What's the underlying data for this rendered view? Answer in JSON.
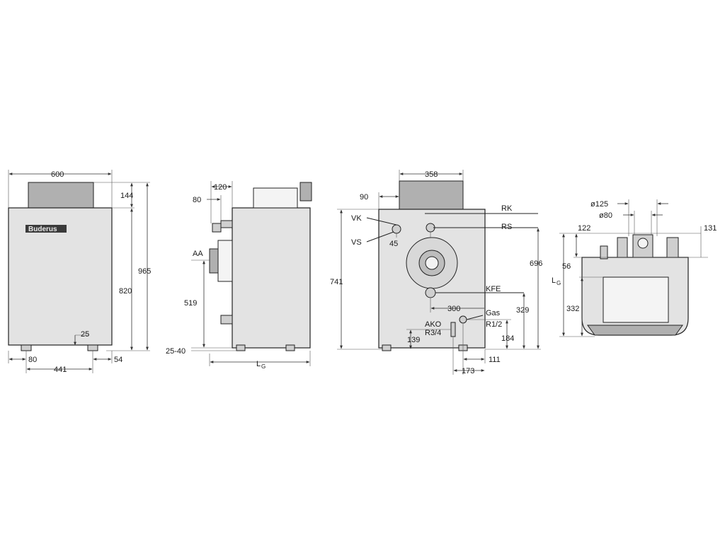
{
  "brand": "Buderus",
  "front_view": {
    "width": "600",
    "top_height": "144",
    "total_height": "965",
    "body_height": "820",
    "foot_height": "25",
    "foot_left": "80",
    "foot_right": "54",
    "foot_spacing": "441"
  },
  "side_view": {
    "top_offset": "120",
    "pipe_offset": "80",
    "aa_label": "AA",
    "aa_height": "519",
    "feet_height": "25-40",
    "length_label": "L",
    "length_sub": "G"
  },
  "rear_view": {
    "top_width": "358",
    "top_left": "90",
    "vk": "VK",
    "rk": "RK",
    "rs": "RS",
    "vs": "VS",
    "dim_45": "45",
    "total_height": "741",
    "rs_height": "696",
    "kfe": "KFE",
    "kfe_offset": "300",
    "kfe_height": "329",
    "gas": "Gas",
    "gas_thread": "R1/2",
    "gas_height": "184",
    "ako": "AKO",
    "ako_thread": "R3/4",
    "ako_height": "139",
    "gas_side": "111",
    "ako_side": "173"
  },
  "top_view": {
    "flue_outer": "ø125",
    "flue_inner": "ø80",
    "left_offset": "122",
    "right_offset": "131",
    "small_offset": "56",
    "length_label": "L",
    "length_sub": "G",
    "depth": "332"
  }
}
